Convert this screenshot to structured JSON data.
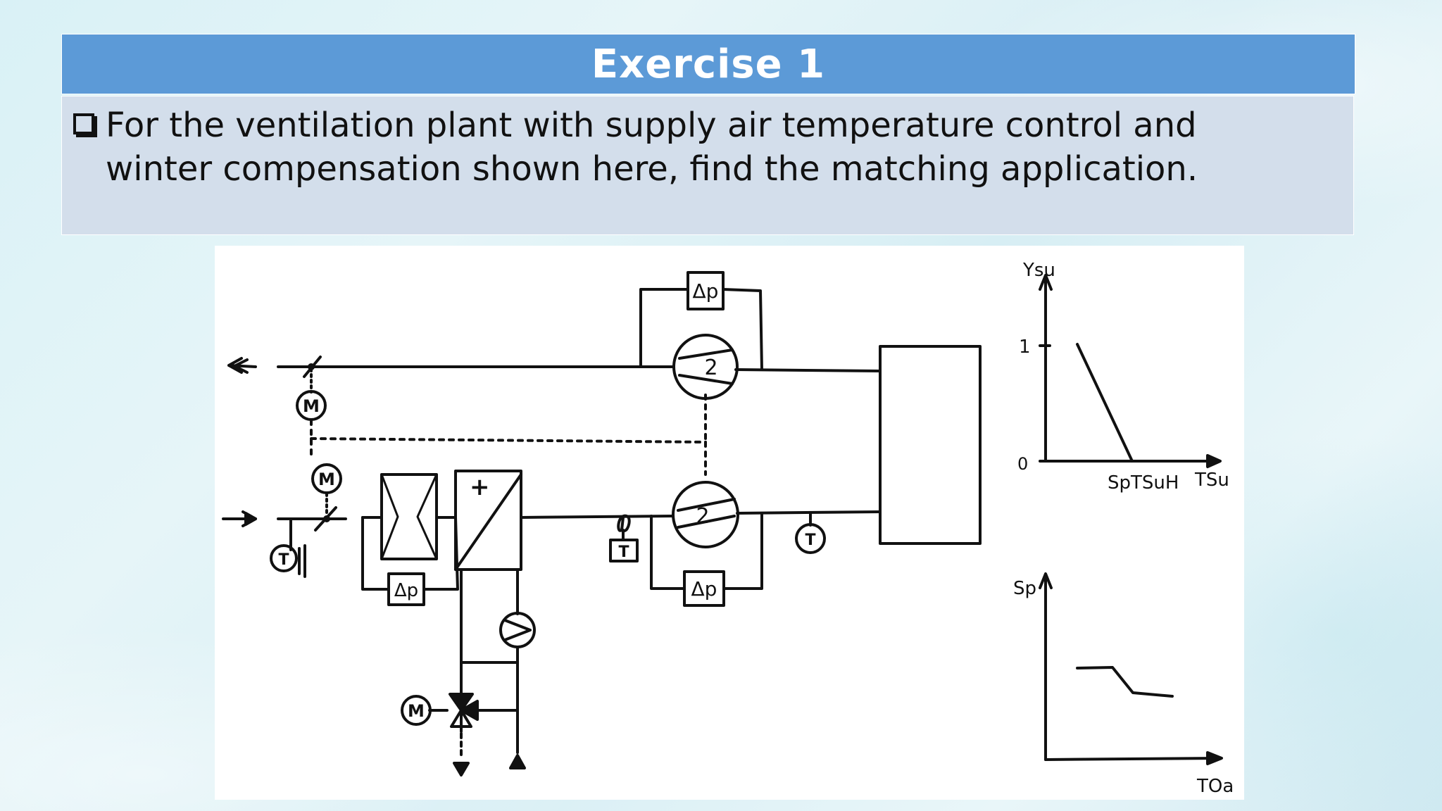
{
  "slide": {
    "title": "Exercise 1",
    "bullet_text": "For the ventilation plant with supply air temperature control and winter compensation shown here, find the matching application."
  },
  "diagram": {
    "labels": {
      "dp": "Δp",
      "fan_number": "2",
      "motor": "M",
      "temp_sensor": "T",
      "heater_plus": "+"
    },
    "graph_top": {
      "y_label": "Ysu",
      "x_label": "TSu",
      "x_tick_label": "SpTSuH",
      "y_tick_1": "1",
      "y_tick_0": "0"
    },
    "graph_bottom": {
      "y_label": "Sp",
      "x_label": "TOa"
    }
  },
  "colors": {
    "title_bar": "#5c9ad7",
    "body_box": "#d3deeb",
    "ink": "#111111"
  }
}
